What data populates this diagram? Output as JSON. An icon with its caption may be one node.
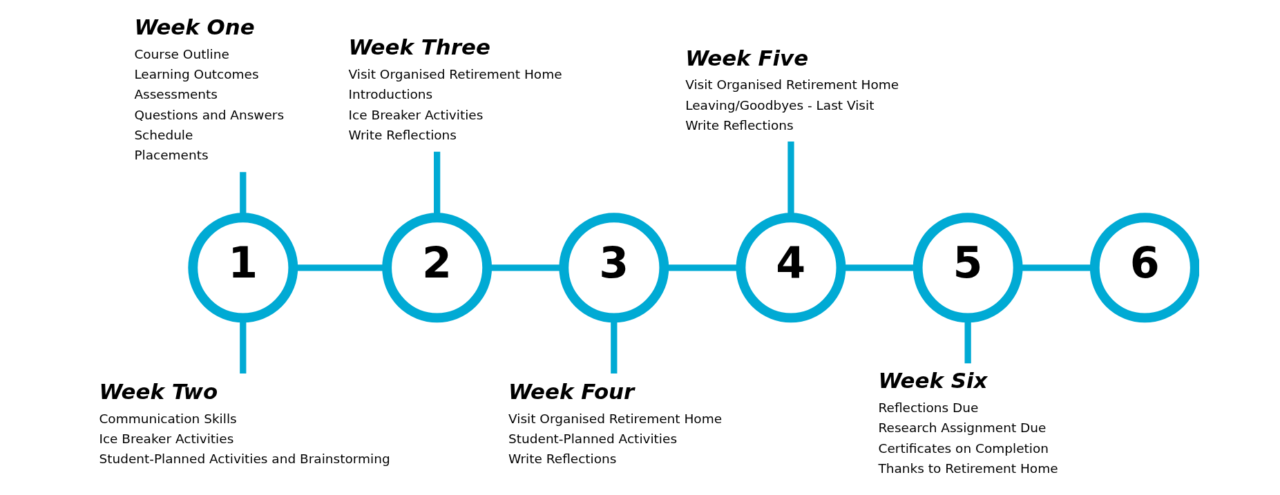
{
  "diagram": {
    "nodes": [
      {
        "text": [
          "1"
        ]
      },
      {
        "text": [
          "2"
        ]
      },
      {
        "text": [
          "3"
        ]
      },
      {
        "text": [
          "4"
        ]
      },
      {
        "text": [
          "5"
        ]
      },
      {
        "text": [
          "6"
        ]
      },
      {
        "text": [
          "Week One",
          "Course Outline",
          "Learning Outcomes",
          "Assessments",
          "Questions and Answers",
          "Schedule",
          "Placements"
        ]
      },
      {
        "text": [
          "Week Two",
          "Communication Skills",
          "Ice Breaker Activities",
          "Student-Planned Activities and Brainstorming"
        ]
      },
      {
        "text": [
          "Week Three",
          "Visit Organised Retirement Home",
          "Introductions",
          "Ice Breaker Activities",
          "Write Reflections"
        ]
      },
      {
        "text": [
          "Week Four",
          "Visit Organised Retirement Home",
          "Student-Planned Activities",
          "Write Reflections"
        ]
      },
      {
        "text": [
          "Week Five",
          "Visit Organised Retirement Home",
          "Leaving/Goodbyes - Last Visit",
          "Write Reflections"
        ]
      },
      {
        "text": [
          "Week Six",
          "Reflections Due",
          "Research Assignment Due",
          "Certificates on Completion",
          "Thanks to Retirement Home"
        ]
      }
    ],
    "edges": [
      {
        "from": 0,
        "to": 1,
        "arrow": "none"
      },
      {
        "from": 1,
        "to": 2,
        "arrow": "none"
      },
      {
        "from": 2,
        "to": 3,
        "arrow": "none"
      },
      {
        "from": 3,
        "to": 4,
        "arrow": "none"
      },
      {
        "from": 4,
        "to": 5,
        "arrow": "none"
      },
      {
        "from": 6,
        "to": 0,
        "arrow": "none"
      },
      {
        "from": 0,
        "to": 7,
        "arrow": "none"
      },
      {
        "from": 8,
        "to": 1,
        "arrow": "none"
      },
      {
        "from": 2,
        "to": 9,
        "arrow": "none"
      },
      {
        "from": 10,
        "to": 3,
        "arrow": "none"
      },
      {
        "from": 4,
        "to": 11,
        "arrow": "none"
      }
    ]
  }
}
